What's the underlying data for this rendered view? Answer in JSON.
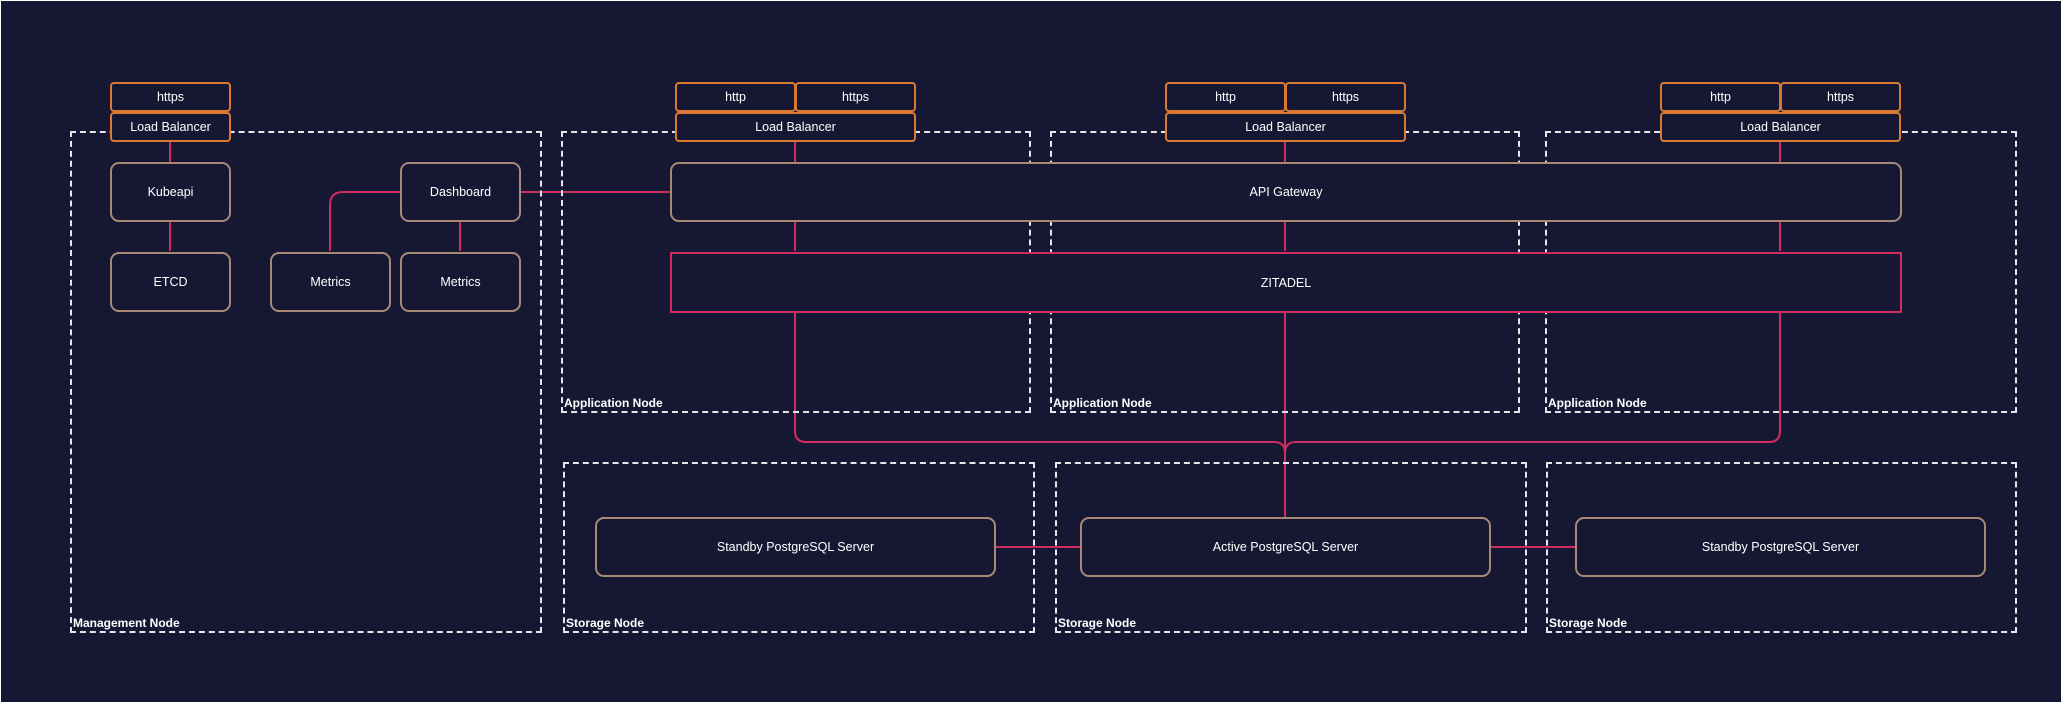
{
  "colors": {
    "background": "#161733",
    "component_border": "#a58b76",
    "endpoint_border": "#d97a32",
    "link": "#cf2d5f",
    "zone_border": "#e6e6ea"
  },
  "zones": {
    "management": "Management Node",
    "app_1": "Application Node",
    "app_2": "Application Node",
    "app_3": "Application Node",
    "storage_1": "Storage Node",
    "storage_2": "Storage Node",
    "storage_3": "Storage Node"
  },
  "management": {
    "https": "https",
    "load_balancer": "Load Balancer",
    "kubeapi": "Kubeapi",
    "etcd": "ETCD",
    "dashboard": "Dashboard",
    "metrics_1": "Metrics",
    "metrics_2": "Metrics"
  },
  "application": {
    "node_1": {
      "http": "http",
      "https": "https",
      "load_balancer": "Load Balancer"
    },
    "node_2": {
      "http": "http",
      "https": "https",
      "load_balancer": "Load Balancer"
    },
    "node_3": {
      "http": "http",
      "https": "https",
      "load_balancer": "Load Balancer"
    },
    "api_gateway": "API Gateway",
    "zitadel": "ZITADEL"
  },
  "storage": {
    "standby_1": "Standby PostgreSQL Server",
    "active": "Active PostgreSQL Server",
    "standby_2": "Standby PostgreSQL Server"
  }
}
